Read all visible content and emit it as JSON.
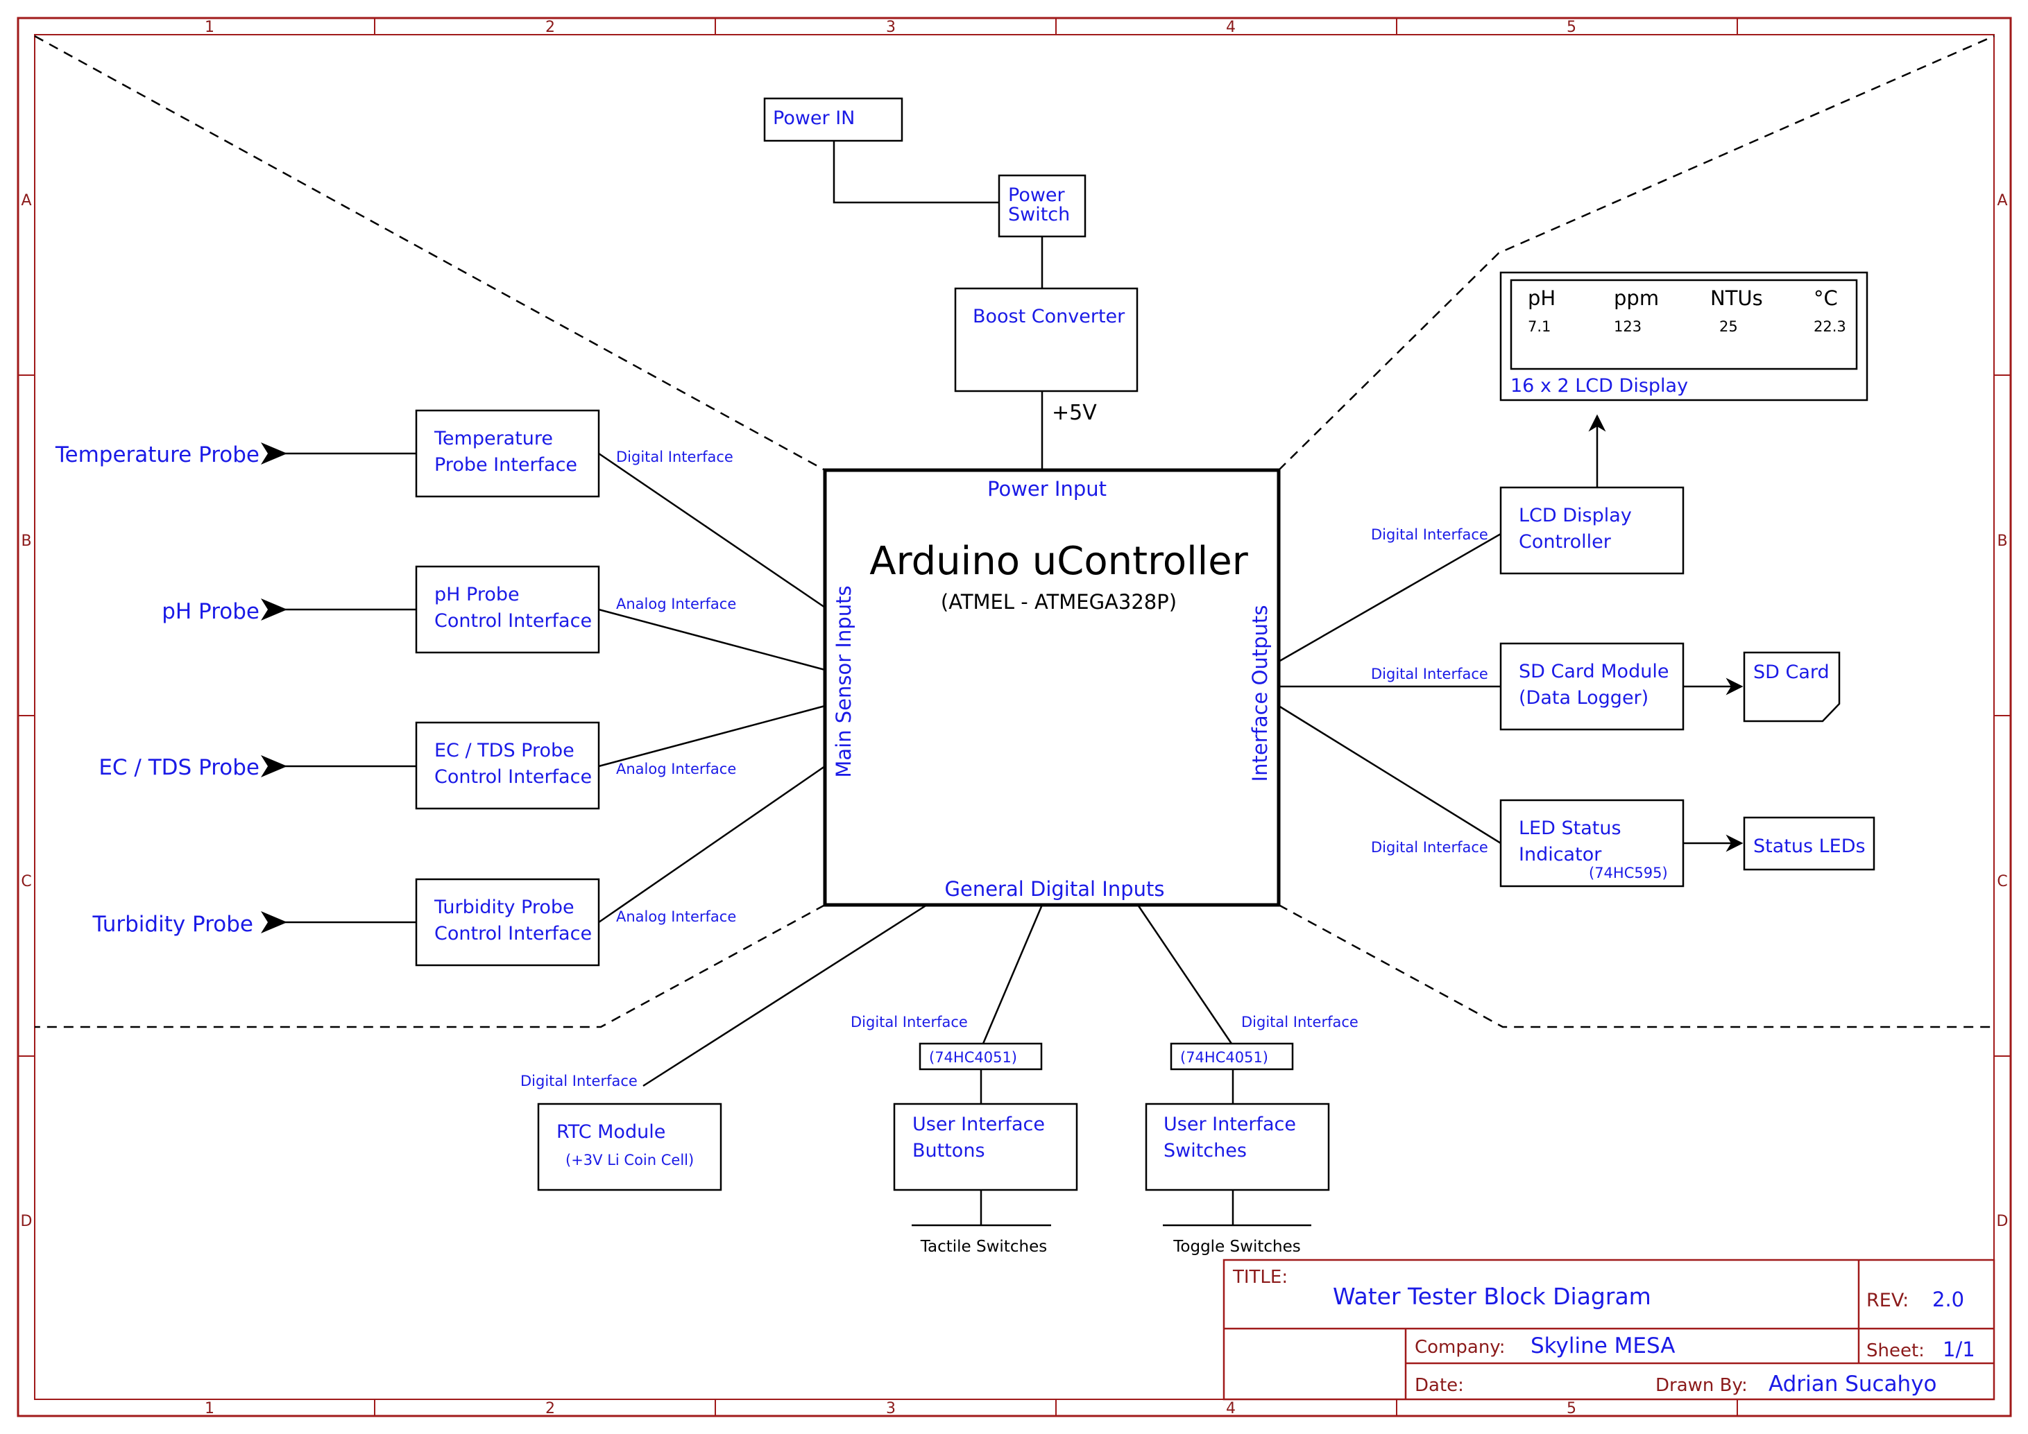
{
  "frame": {
    "columns": [
      "1",
      "2",
      "3",
      "4",
      "5"
    ],
    "rows": [
      "A",
      "B",
      "C",
      "D"
    ]
  },
  "power": {
    "power_in": "Power IN",
    "power_switch_line1": "Power",
    "power_switch_line2": "Switch",
    "boost_converter": "Boost Converter",
    "voltage": "+5V"
  },
  "mcu": {
    "title": "Arduino uController",
    "subtitle": "(ATMEL - ATMEGA328P)",
    "power_input": "Power Input",
    "sensor_inputs": "Main Sensor Inputs",
    "interface_outputs": "Interface Outputs",
    "digital_inputs": "General Digital Inputs"
  },
  "probes": [
    {
      "name": "Temperature Probe",
      "interface_line1": "Temperature",
      "interface_line2": "Probe Interface",
      "link": "Digital Interface"
    },
    {
      "name": "pH Probe",
      "interface_line1": "pH Probe",
      "interface_line2": "Control Interface",
      "link": "Analog Interface"
    },
    {
      "name": "EC / TDS Probe",
      "interface_line1": "EC / TDS Probe",
      "interface_line2": "Control Interface",
      "link": "Analog Interface"
    },
    {
      "name": "Turbidity Probe",
      "interface_line1": "Turbidity Probe",
      "interface_line2": "Control Interface",
      "link": "Analog Interface"
    }
  ],
  "lcd": {
    "headers": [
      "pH",
      "ppm",
      "NTUs",
      "°C"
    ],
    "values": [
      "7.1",
      "123",
      "25",
      "22.3"
    ],
    "label": "16 x 2 LCD Display",
    "controller_line1": "LCD Display",
    "controller_line2": "Controller",
    "link": "Digital Interface"
  },
  "sd": {
    "module_line1": "SD Card Module",
    "module_line2": "(Data Logger)",
    "card": "SD Card",
    "link": "Digital Interface"
  },
  "led": {
    "line1": "LED Status",
    "line2": "Indicator",
    "chip": "(74HC595)",
    "leds": "Status LEDs",
    "link": "Digital Interface"
  },
  "rtc": {
    "line1": "RTC Module",
    "line2": "(+3V Li Coin Cell)",
    "link": "Digital Interface"
  },
  "buttons": {
    "mux": "(74HC4051)",
    "line1": "User Interface",
    "line2": "Buttons",
    "switches": "Tactile Switches",
    "link": "Digital Interface"
  },
  "toggles": {
    "mux": "(74HC4051)",
    "line1": "User Interface",
    "line2": "Switches",
    "switches": "Toggle Switches",
    "link": "Digital Interface"
  },
  "title_block": {
    "title_label": "TITLE:",
    "title": "Water Tester Block Diagram",
    "rev_label": "REV:",
    "rev": "2.0",
    "company_label": "Company:",
    "company": "Skyline MESA",
    "sheet_label": "Sheet:",
    "sheet": "1/1",
    "date_label": "Date:",
    "drawn_label": "Drawn By:",
    "drawn": "Adrian Sucahyo"
  },
  "colors": {
    "frame": "#a01a1a",
    "label_text": "#1a1ae6",
    "title_block_text": "#8b1a1a"
  }
}
